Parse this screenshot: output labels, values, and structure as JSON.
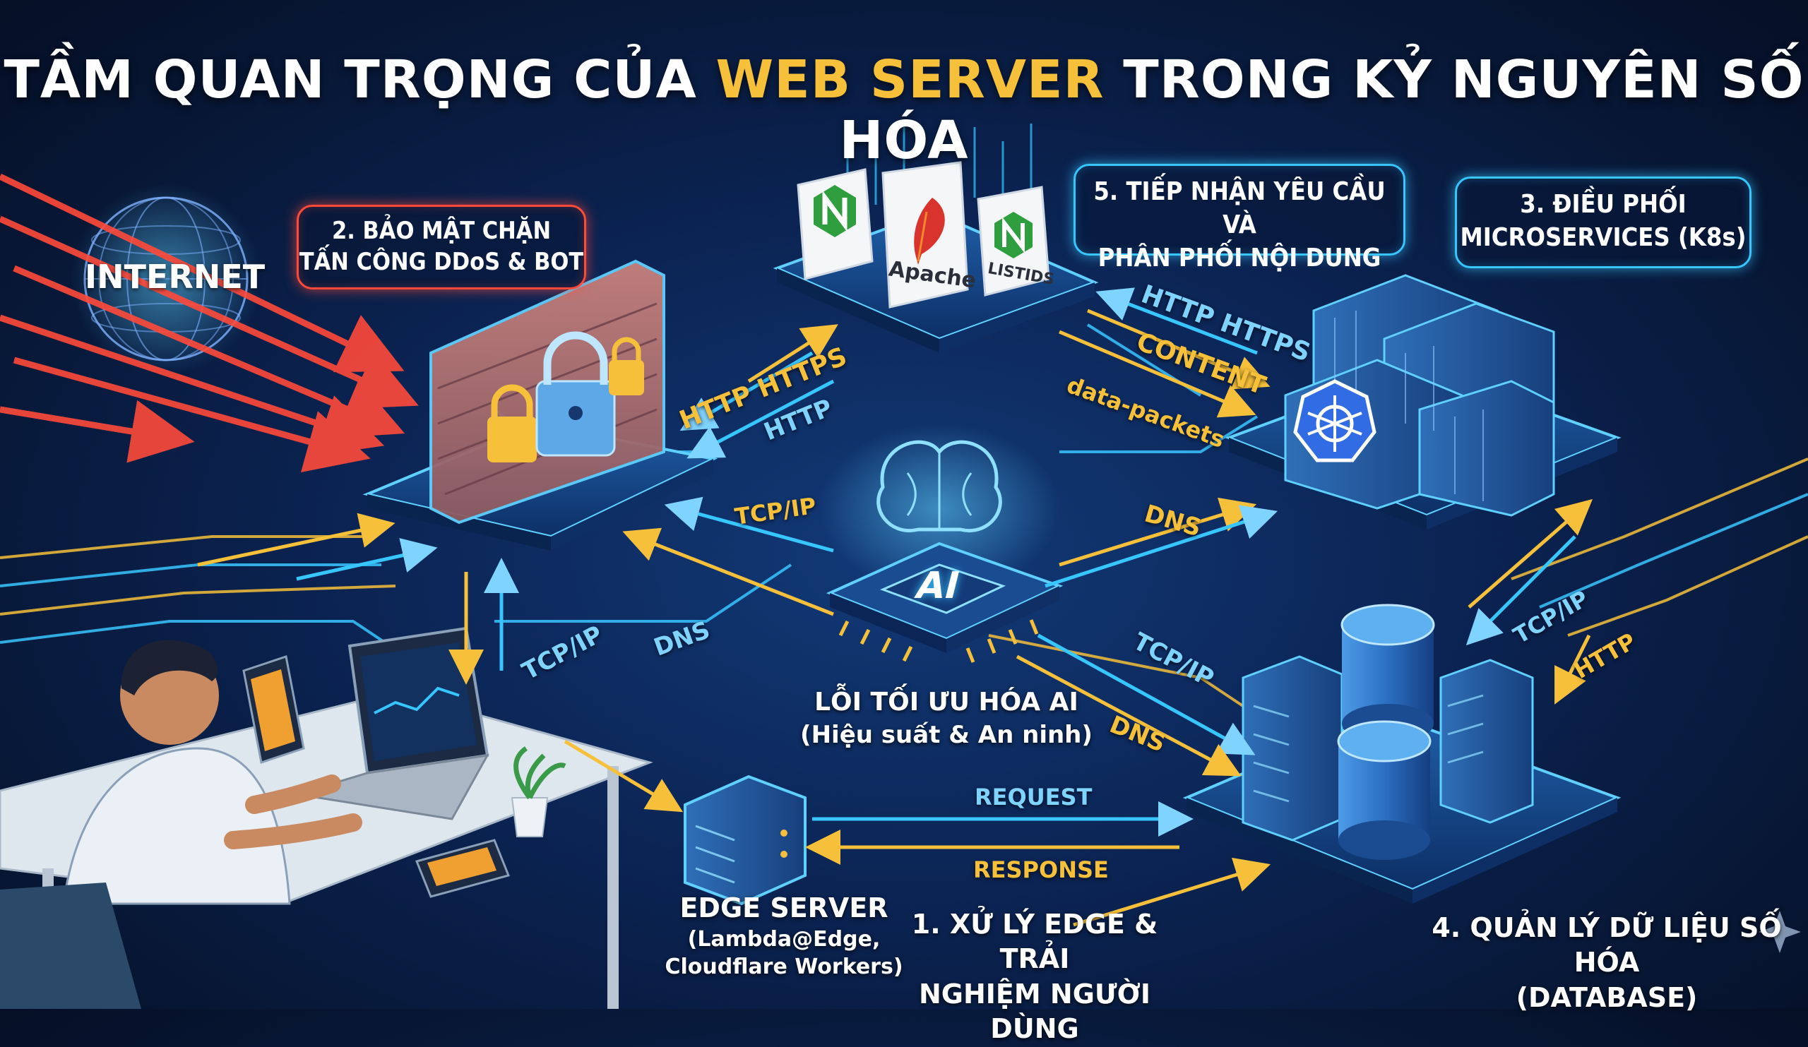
{
  "title": {
    "part1": "TẦM QUAN TRỌNG CỦA ",
    "highlight": "WEB SERVER",
    "part2": " TRONG KỶ NGUYÊN SỐ HÓA"
  },
  "colors": {
    "highlight": "#f6c03a",
    "cyan": "#38c6ff",
    "gold": "#f6c03a",
    "red": "#ff4a3a",
    "nginx_green": "#2e9e3e"
  },
  "internet": {
    "label": "INTERNET"
  },
  "callouts": {
    "security": [
      "2. BẢO MẬT CHẶN",
      "TẤN CÔNG DDoS & BOT"
    ],
    "delivery": [
      "5. TIẾP NHẬN YÊU CẦU VÀ",
      "PHÂN PHỐI NỘI DUNG"
    ],
    "microservices": [
      "3. ĐIỀU PHỐI",
      "MICROSERVICES (K8s)"
    ]
  },
  "servers": {
    "apache": "Apache",
    "litespeed": "LISTIDS"
  },
  "chip": {
    "label": "AI"
  },
  "ai_core": {
    "line1": "LỖI TỐI ƯU HÓA AI",
    "line2": "(Hiệu suất & An ninh)"
  },
  "edge": {
    "line1": "EDGE SERVER",
    "line2": "(Lambda@Edge,",
    "line3": "Cloudflare Workers)"
  },
  "edge_callout": {
    "line1": "1. XỬ LÝ EDGE & TRẢI",
    "line2": "NGHIỆM NGƯỜI DÙNG"
  },
  "database": {
    "line1": "4. QUẢN LÝ DỮ LIỆU SỐ HÓA",
    "line2": "(DATABASE)"
  },
  "flow_labels": {
    "http_https_left": "HTTP HTTPS",
    "http_left": "HTTP",
    "http_https_right": "HTTP HTTPS",
    "content": "CONTENT",
    "data_packets": "data-packets",
    "tcpip_center": "TCP/IP",
    "dns_center": "DNS",
    "tcpip_left": "TCP/IP",
    "dns_left": "DNS",
    "tcpip_right": "TCP/IP",
    "dns_right": "DNS",
    "tcpip_far_right": "TCP/IP",
    "http_far_right": "HTTP",
    "request": "REQUEST",
    "response": "RESPONSE"
  },
  "icons": [
    "globe-icon",
    "firewall-icon",
    "lock-icon",
    "nginx-icon",
    "apache-feather-icon",
    "litespeed-icon",
    "brain-icon",
    "ai-chip-icon",
    "kubernetes-icon",
    "docker-container-icon",
    "database-cylinder-icon",
    "server-rack-icon",
    "edge-server-icon",
    "laptop-icon",
    "smartphone-icon",
    "plant-icon",
    "person-icon",
    "sparkle-icon"
  ]
}
